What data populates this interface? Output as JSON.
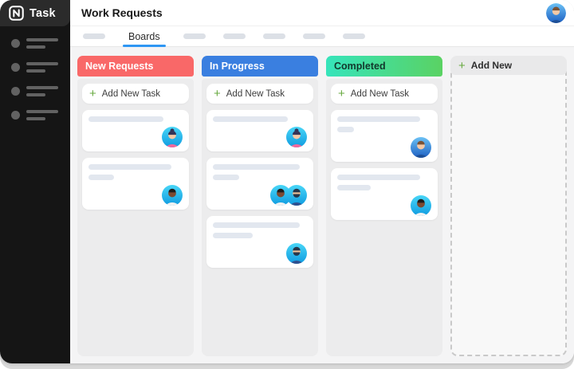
{
  "app": {
    "logo_text": "Task"
  },
  "icons": {
    "plus": "+"
  },
  "sidebar": {
    "menu_placeholder_count": 4
  },
  "header": {
    "title": "Work Requests",
    "user_avatar": "man-light"
  },
  "tabs": {
    "active": "Boards",
    "placeholders_before": 1,
    "placeholders_after": 5,
    "active_underline_color": "#2e96f3"
  },
  "board": {
    "add_task_label": "Add New Task",
    "add_column_label": "Add New",
    "columns": [
      {
        "id": "new-requests",
        "title": "New Requests",
        "header_bg": "#f96868",
        "header_bg2": "#f96868",
        "header_text_color": "#ffffff",
        "cards": [
          {
            "bars": [
              80
            ],
            "avatars": [
              "woman-bun"
            ]
          },
          {
            "bars": [
              88,
              27
            ],
            "avatars": [
              "man-dark"
            ]
          }
        ]
      },
      {
        "id": "in-progress",
        "title": "In Progress",
        "header_bg": "#3a7fe0",
        "header_bg2": "#3a7fe0",
        "header_text_color": "#ffffff",
        "cards": [
          {
            "bars": [
              80
            ],
            "avatars": [
              "woman-bun"
            ]
          },
          {
            "bars": [
              92,
              28
            ],
            "avatars": [
              "man-dark",
              "man-beard"
            ]
          },
          {
            "bars": [
              92,
              42
            ],
            "avatars": [
              "man-beard"
            ]
          }
        ]
      },
      {
        "id": "completed",
        "title": "Completed",
        "header_bg": "#36e4bb",
        "header_bg2": "#5ad263",
        "header_text_color": "#12382c",
        "cards": [
          {
            "bars": [
              88,
              18
            ],
            "avatars": [
              "man-light"
            ]
          },
          {
            "bars": [
              88,
              36
            ],
            "avatars": [
              "man-dark"
            ]
          }
        ]
      }
    ]
  },
  "avatars": {
    "woman-bun": {
      "bg_top": "#49d6f7",
      "bg_bottom": "#0f9be0",
      "skin": "#f4c9a6",
      "hair": "#343456",
      "shirt": "#f2679c",
      "style": "bun"
    },
    "man-dark": {
      "bg_top": "#49d6f7",
      "bg_bottom": "#0f9be0",
      "skin": "#7c4a32",
      "hair": "#1d1d1d",
      "shirt": "#f2f2f2",
      "style": "hair"
    },
    "man-beard": {
      "bg_top": "#49d6f7",
      "bg_bottom": "#0f9be0",
      "skin": "#eec39a",
      "hair": "#27364a",
      "shirt": "#2e4f8f",
      "style": "beard"
    },
    "man-light": {
      "bg_top": "#6cc2f5",
      "bg_bottom": "#1d5fc2",
      "skin": "#f4c9a6",
      "hair": "#7a5236",
      "shirt": "#1e4f96",
      "style": "hair"
    }
  },
  "colors": {
    "sidebar_bg": "#151515",
    "logo_bar_bg": "#2b2b2b",
    "board_bg": "#f4f4f5",
    "column_body_bg": "#ececed",
    "placeholder_bar": "#e2e7ef",
    "plus_green": "#67a93f",
    "accent_blue": "#2e96f3"
  }
}
